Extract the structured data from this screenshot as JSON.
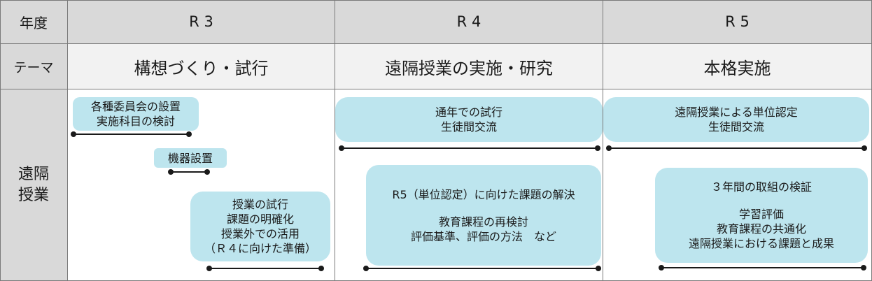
{
  "header": {
    "year_label": "年度",
    "years": [
      "R 3",
      "R 4",
      "R 5"
    ]
  },
  "theme_row": {
    "label": "テーマ",
    "themes": [
      "構想づくり・試行",
      "遠隔授業の実施・研究",
      "本格実施"
    ]
  },
  "remote_row": {
    "label_lines": [
      "遠隔",
      "授業"
    ]
  },
  "r3": {
    "box1": [
      "各種委員会の設置",
      "実施科目の検討"
    ],
    "box2": [
      "機器設置"
    ],
    "box3": [
      "授業の試行",
      "課題の明確化",
      "授業外での活用",
      "（Ｒ４に向けた準備）"
    ]
  },
  "r4": {
    "box1": [
      "通年での試行",
      "生徒間交流"
    ],
    "box2": [
      "R5（単位認定）に向けた課題の解決",
      "教育課程の再検討",
      "評価基準、評価の方法　など"
    ]
  },
  "r5": {
    "box1": [
      "遠隔授業による単位認定",
      "生徒間交流"
    ],
    "box2": [
      "３年間の取組の検証",
      "学習評価",
      "教育課程の共通化",
      "遠隔授業における課題と成果"
    ]
  }
}
